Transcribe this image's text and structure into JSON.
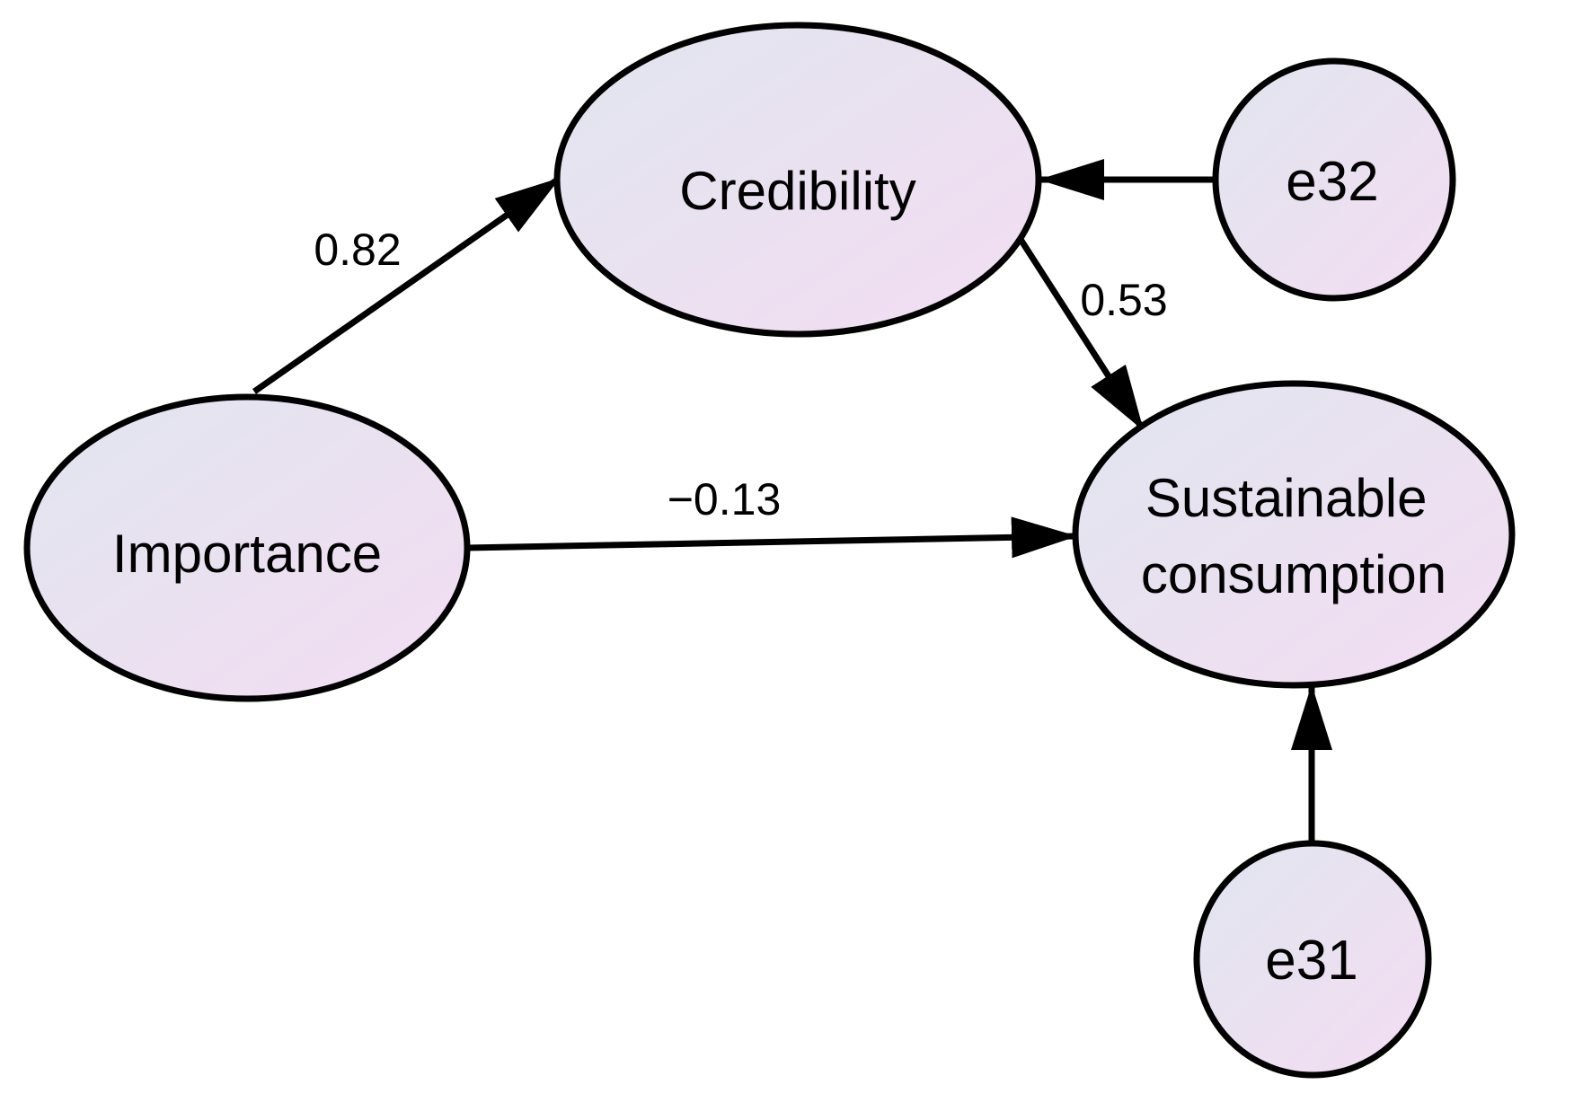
{
  "diagram": {
    "type": "sem-path-diagram",
    "colors": {
      "background": "#ffffff",
      "node_gradient_start": "#e1e6ef",
      "node_gradient_end": "#f3dcf2",
      "node_stroke": "#000000",
      "edge_color": "#000000",
      "text_color": "#000000"
    },
    "nodes": {
      "credibility": {
        "label": "Credibility",
        "shape": "ellipse",
        "role": "latent-variable"
      },
      "importance": {
        "label": "Importance",
        "shape": "ellipse",
        "role": "latent-variable"
      },
      "sustainable_consumption": {
        "label": "Sustainable consumption",
        "label_lines": [
          "Sustainable",
          "consumption"
        ],
        "shape": "ellipse",
        "role": "latent-variable"
      },
      "e32": {
        "label": "e32",
        "shape": "circle",
        "role": "error-term"
      },
      "e31": {
        "label": "e31",
        "shape": "circle",
        "role": "error-term"
      }
    },
    "edges": {
      "importance_to_credibility": {
        "from": "Importance",
        "to": "Credibility",
        "label": "0.82"
      },
      "credibility_to_sustainable": {
        "from": "Credibility",
        "to": "Sustainable consumption",
        "label": "0.53"
      },
      "importance_to_sustainable": {
        "from": "Importance",
        "to": "Sustainable consumption",
        "label": "−0.13"
      },
      "e32_to_credibility": {
        "from": "e32",
        "to": "Credibility",
        "label": ""
      },
      "e31_to_sustainable": {
        "from": "e31",
        "to": "Sustainable consumption",
        "label": ""
      }
    }
  }
}
